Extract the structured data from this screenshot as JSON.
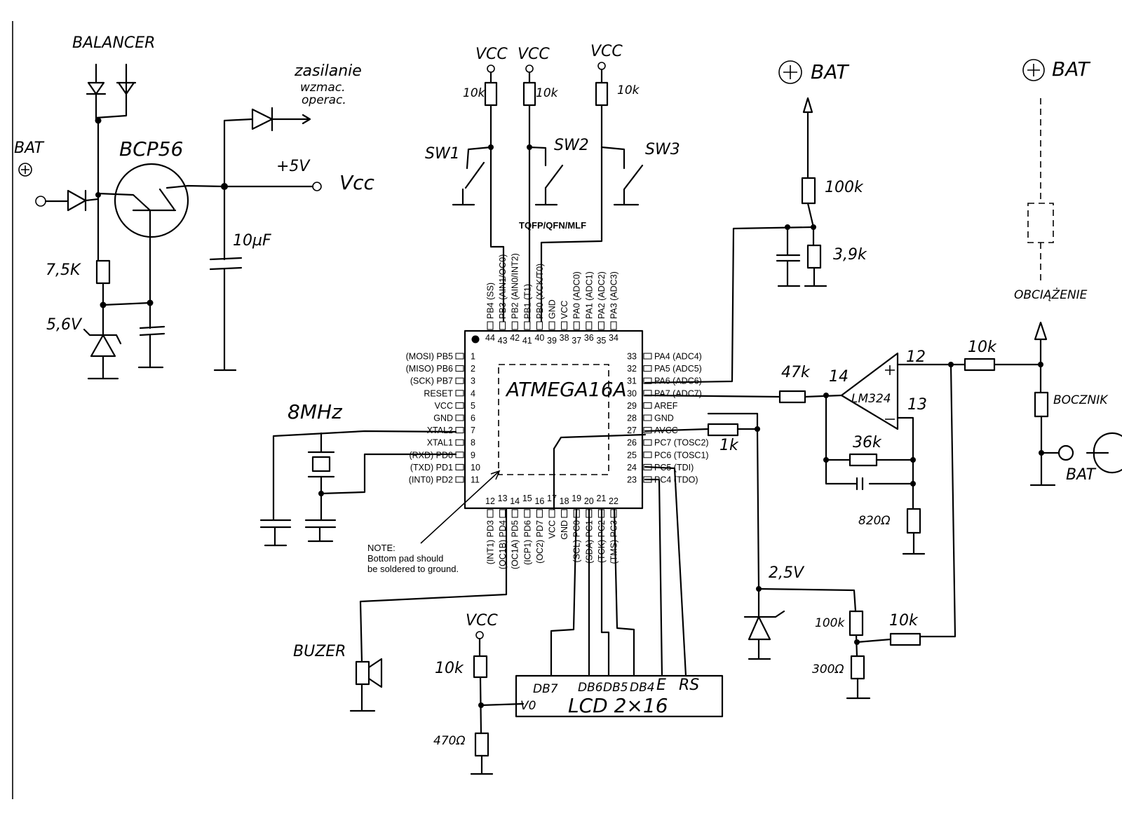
{
  "title": "",
  "labels": {
    "balancer": "BALANCER",
    "bat_left": "BAT",
    "bat_plus_symbol": "+",
    "transistor": "BCP56",
    "zasilanie": "zasilanie",
    "wzmac": "wzmac.",
    "operac": "operac.",
    "plus5v": "+5V",
    "vcc_out": "Vcc",
    "r_75k": "7,5K",
    "zener_56v": "5,6V",
    "cap_10uf": "10µF",
    "xtal": "8MHz",
    "vcc1": "VCC",
    "vcc2": "VCC",
    "vcc3": "VCC",
    "r_sw1": "10k",
    "r_sw2": "10k",
    "r_sw3": "10k",
    "sw1": "SW1",
    "sw2": "SW2",
    "sw3": "SW3",
    "bat_top_right": "BAT",
    "bat_far_right": "BAT",
    "r_100k_top": "100k",
    "r_39k": "3,9k",
    "obciazenie": "OBCIĄŻENIE",
    "bocznik": "BOCZNIK",
    "bat_bottom_right": "BAT",
    "r_47k": "47k",
    "opamp": "LM324",
    "opamp_pin14": "14",
    "opamp_pin12": "12",
    "opamp_pin13": "13",
    "r_10k_right": "10k",
    "r_36k": "36k",
    "r_820": "820Ω",
    "r_1k": "1k",
    "ref_25v": "2,5V",
    "r_100k_bottom": "100k",
    "r_300": "300Ω",
    "r_10k_bottom": "10k",
    "buzzer": "BUZER",
    "vcc_lcd": "VCC",
    "r_10k_lcd": "10k",
    "r_470": "470Ω",
    "lcd_text": "LCD  2×16",
    "lcd_v0": "V0",
    "lcd_db7": "DB7",
    "lcd_db6": "DB6",
    "lcd_db5": "DB5",
    "lcd_db4": "DB4",
    "lcd_e": "E",
    "lcd_rs": "RS",
    "chip_name": "ATMEGA16A",
    "package": "TQFP/QFN/MLF",
    "note_l1": "NOTE:",
    "note_l2": "Bottom pad should",
    "note_l3": "be soldered to ground."
  },
  "chip": {
    "left_pins": [
      {
        "num": "1",
        "name": "(MOSI) PB5"
      },
      {
        "num": "2",
        "name": "(MISO) PB6"
      },
      {
        "num": "3",
        "name": "(SCK) PB7"
      },
      {
        "num": "4",
        "name": "RESET"
      },
      {
        "num": "5",
        "name": "VCC"
      },
      {
        "num": "6",
        "name": "GND"
      },
      {
        "num": "7",
        "name": "XTAL2"
      },
      {
        "num": "8",
        "name": "XTAL1"
      },
      {
        "num": "9",
        "name": "(RXD) PD0"
      },
      {
        "num": "10",
        "name": "(TXD) PD1"
      },
      {
        "num": "11",
        "name": "(INT0) PD2"
      }
    ],
    "right_pins": [
      {
        "num": "33",
        "name": "PA4 (ADC4)"
      },
      {
        "num": "32",
        "name": "PA5 (ADC5)"
      },
      {
        "num": "31",
        "name": "PA6 (ADC6)"
      },
      {
        "num": "30",
        "name": "PA7 (ADC7)"
      },
      {
        "num": "29",
        "name": "AREF"
      },
      {
        "num": "28",
        "name": "GND"
      },
      {
        "num": "27",
        "name": "AVCC"
      },
      {
        "num": "26",
        "name": "PC7 (TOSC2)"
      },
      {
        "num": "25",
        "name": "PC6 (TOSC1)"
      },
      {
        "num": "24",
        "name": "PC5 (TDI)"
      },
      {
        "num": "23",
        "name": "PC4 (TDO)"
      }
    ],
    "top_pins": [
      {
        "num": "44",
        "name": "PB4 (SS)"
      },
      {
        "num": "43",
        "name": "PB3 (AIN1/OC0)"
      },
      {
        "num": "42",
        "name": "PB2 (AIN0/INT2)"
      },
      {
        "num": "41",
        "name": "PB1 (T1)"
      },
      {
        "num": "40",
        "name": "PB0 (XCK/T0)"
      },
      {
        "num": "39",
        "name": "GND"
      },
      {
        "num": "38",
        "name": "VCC"
      },
      {
        "num": "37",
        "name": "PA0 (ADC0)"
      },
      {
        "num": "36",
        "name": "PA1 (ADC1)"
      },
      {
        "num": "35",
        "name": "PA2 (ADC2)"
      },
      {
        "num": "34",
        "name": "PA3 (ADC3)"
      }
    ],
    "bottom_pins": [
      {
        "num": "12",
        "name": "(INT1) PD3"
      },
      {
        "num": "13",
        "name": "(OC1B) PD4"
      },
      {
        "num": "14",
        "name": "(OC1A) PD5"
      },
      {
        "num": "15",
        "name": "(ICP1) PD6"
      },
      {
        "num": "16",
        "name": "(OC2) PD7"
      },
      {
        "num": "17",
        "name": "VCC"
      },
      {
        "num": "18",
        "name": "GND"
      },
      {
        "num": "19",
        "name": "(SCL) PC0"
      },
      {
        "num": "20",
        "name": "(SDA) PC1"
      },
      {
        "num": "21",
        "name": "(TCK) PC2"
      },
      {
        "num": "22",
        "name": "(TMS) PC3"
      }
    ]
  }
}
